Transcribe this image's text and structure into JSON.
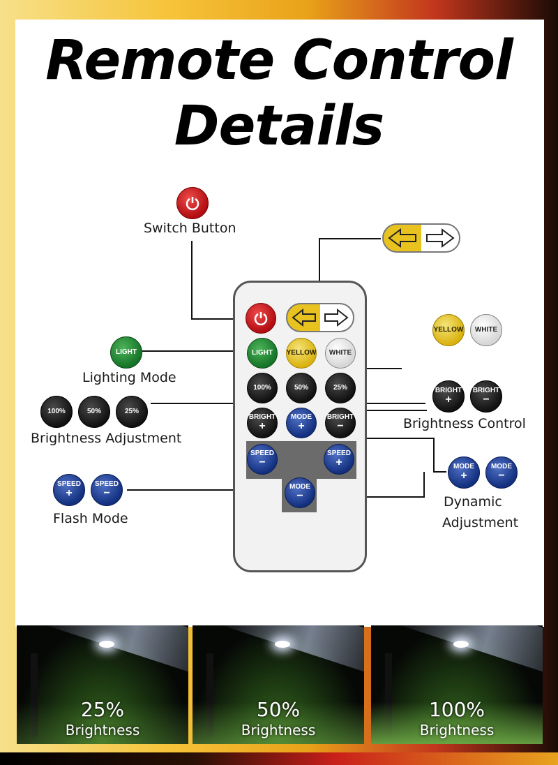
{
  "title": {
    "line1": "Remote Control",
    "line2": "Details"
  },
  "labels": {
    "switch_button": "Switch Button",
    "lighting_mode": "Lighting Mode",
    "brightness_adjustment": "Brightness Adjustment",
    "flash_mode": "Flash Mode",
    "brightness_control": "Brightness Control",
    "dynamic_adjustment_1": "Dynamic",
    "dynamic_adjustment_2": "Adjustment"
  },
  "buttons": {
    "light": "LIGHT",
    "yellow": "YELLOW",
    "white": "WHITE",
    "pct100": "100%",
    "pct50": "50%",
    "pct25": "25%",
    "bright": "BRIGHT",
    "mode": "MODE",
    "speed": "SPEED",
    "plus": "+",
    "minus": "−"
  },
  "photos": [
    {
      "percent": "25%",
      "caption": "Brightness",
      "level": 0.25
    },
    {
      "percent": "50%",
      "caption": "Brightness",
      "level": 0.5
    },
    {
      "percent": "100%",
      "caption": "Brightness",
      "level": 1.0
    }
  ],
  "colors": {
    "power": "#c8141a",
    "light": "#1f8a31",
    "yellow": "#e0bd1c",
    "blue": "#1a3a8f",
    "frame_left": "#f6c43a",
    "frame_right": "#c2361d"
  },
  "icons": {
    "power": "power-icon",
    "arrows": "left-right-arrow-icon"
  }
}
